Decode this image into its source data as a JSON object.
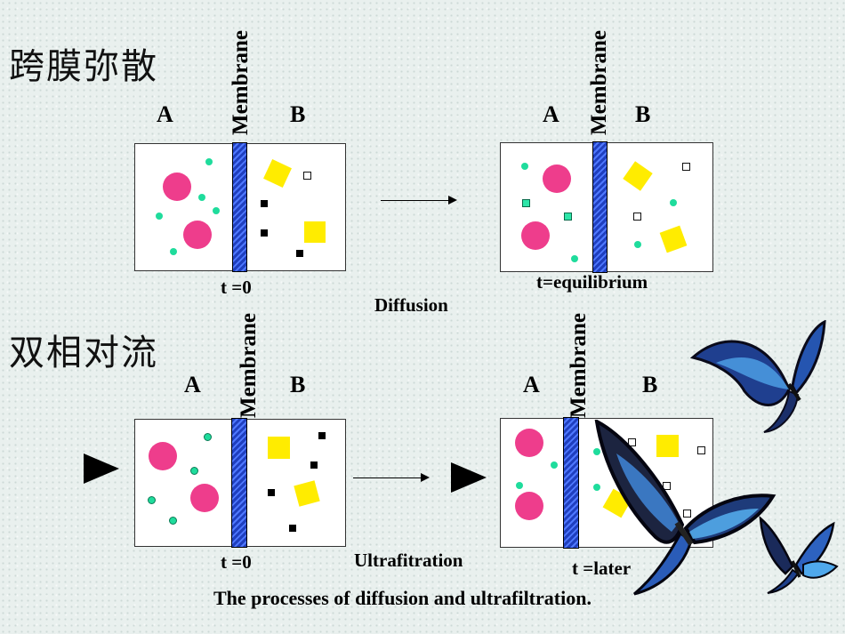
{
  "headings": {
    "top": "跨膜弥散",
    "bottom": "双相对流"
  },
  "labels": {
    "a": "A",
    "b": "B",
    "membrane": "Membrane",
    "t0": "t =0",
    "t_equilibrium": "t=equilibrium",
    "t_later": "t =later",
    "diffusion": "Diffusion",
    "ultrafiltration": "Ultrafitration"
  },
  "caption": "The processes of diffusion and ultrafiltration.",
  "colors": {
    "large_solute": "#ee3d8c",
    "small_solute": "#1fdc9c",
    "medium_solute": "#ffec00",
    "membrane": "#2e55e0"
  },
  "icons": [
    "arrow-right-icon",
    "flow-direction-icon",
    "butterfly-icon"
  ]
}
